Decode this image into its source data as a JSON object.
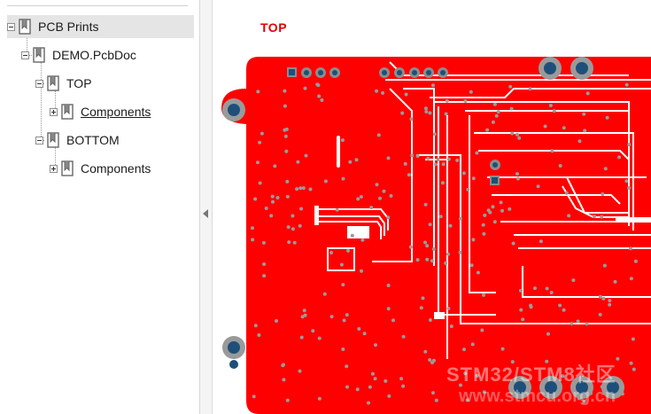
{
  "tree": {
    "root": {
      "label": "PCB Prints"
    },
    "doc": {
      "label": "DEMO.PcbDoc"
    },
    "top": {
      "label": "TOP"
    },
    "top_components": {
      "label": "Components"
    },
    "bottom": {
      "label": "BOTTOM"
    },
    "bottom_components": {
      "label": "Components"
    }
  },
  "viewer": {
    "layer_label": "TOP",
    "watermark_line1": "STM32/STM8社区",
    "watermark_line2": "www.stmcu.org.cn"
  },
  "colors": {
    "copper": "#ff0000",
    "via": "#9a9a9a",
    "pad": "#8c8c8c",
    "pad_hole": "#1e4f7a",
    "label": "#e00000"
  }
}
